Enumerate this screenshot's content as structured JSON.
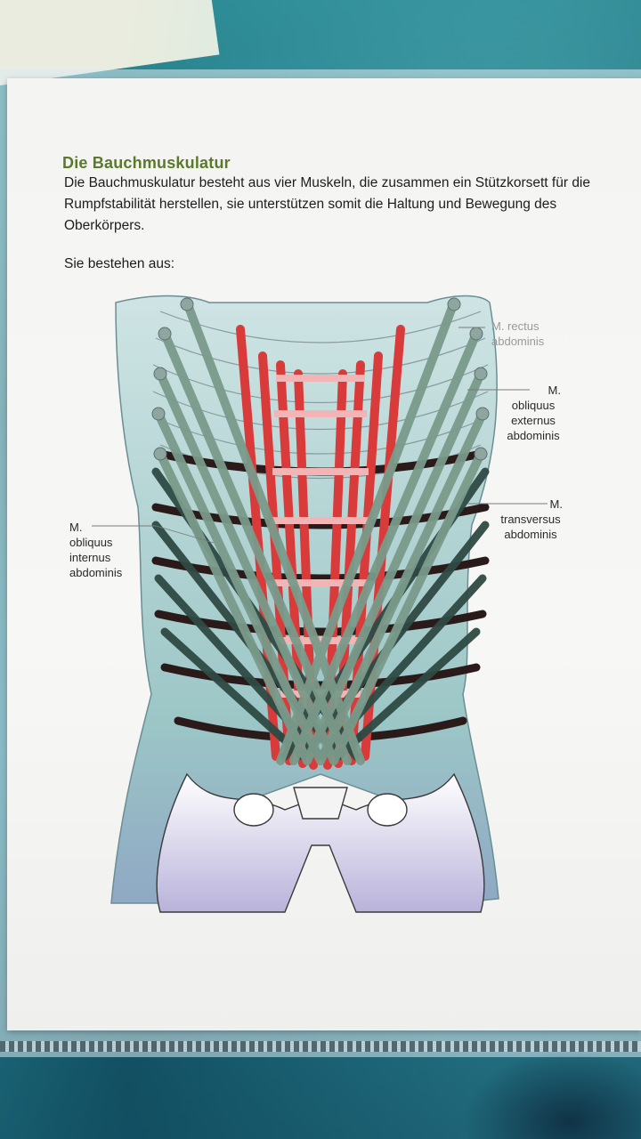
{
  "page": {
    "title": "Die Bauchmuskulatur",
    "intro": "Die Bauchmuskulatur besteht aus vier Muskeln, die zusammen ein Stützkorsett für die Rumpfstabilität herstellen, sie unterstützen somit die Haltung und Bewegung des Oberkörpers.",
    "lead": "Sie bestehen aus:"
  },
  "figure": {
    "labels": {
      "rectus": [
        "M. rectus",
        "abdominis"
      ],
      "obliquus_externus": [
        "M.",
        "obliquus",
        "externus",
        "abdominis"
      ],
      "transversus": [
        "M.",
        "transversus",
        "abdominis"
      ],
      "obliquus_internus": [
        "M.",
        "obliquus",
        "internus",
        "abdominis"
      ]
    },
    "colors": {
      "rectus": "#d93a3a",
      "externus": "#7a9a8a",
      "internus": "#2f4a44",
      "transversus": "#2a1a1a",
      "skin": "#9fc7c9",
      "pelvis": "#b8b0d8"
    }
  }
}
